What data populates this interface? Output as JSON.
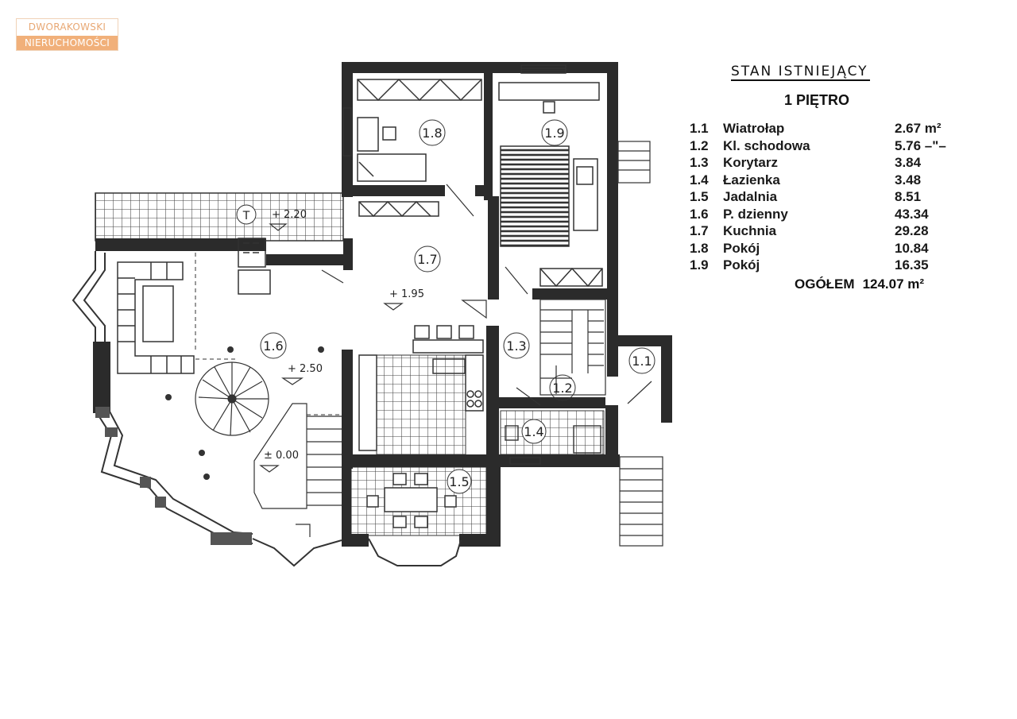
{
  "logo": {
    "line1": "DWORAKOWSKI",
    "line2": "NIERUCHOMOŚCI"
  },
  "legend": {
    "title": "STAN ISTNIEJĄCY",
    "floor": "1 PIĘTRO",
    "rooms": [
      {
        "num": "1.1",
        "name": "Wiatrołap",
        "area": "2.67  m²"
      },
      {
        "num": "1.2",
        "name": "Kl. schodowa",
        "area": "5.76 –\"–"
      },
      {
        "num": "1.3",
        "name": "Korytarz",
        "area": "3.84"
      },
      {
        "num": "1.4",
        "name": "Łazienka",
        "area": "3.48"
      },
      {
        "num": "1.5",
        "name": "Jadalnia",
        "area": "8.51"
      },
      {
        "num": "1.6",
        "name": "P. dzienny",
        "area": "43.34"
      },
      {
        "num": "1.7",
        "name": "Kuchnia",
        "area": "29.28"
      },
      {
        "num": "1.8",
        "name": "Pokój",
        "area": "10.84"
      },
      {
        "num": "1.9",
        "name": "Pokój",
        "area": "16.35"
      }
    ],
    "total_label": "OGÓŁEM",
    "total_value": "124.07 m²"
  },
  "plan": {
    "room_labels": [
      "1.1",
      "1.2",
      "1.3",
      "1.4",
      "1.5",
      "1.6",
      "1.7",
      "1.8",
      "1.9",
      "T"
    ],
    "levels": [
      "+ 2.20",
      "+ 2.50",
      "+ 1.95",
      "± 0.00"
    ]
  },
  "colors": {
    "wall": "#2b2b2b",
    "line": "#333333",
    "logo_accent": "#f1b07a"
  }
}
